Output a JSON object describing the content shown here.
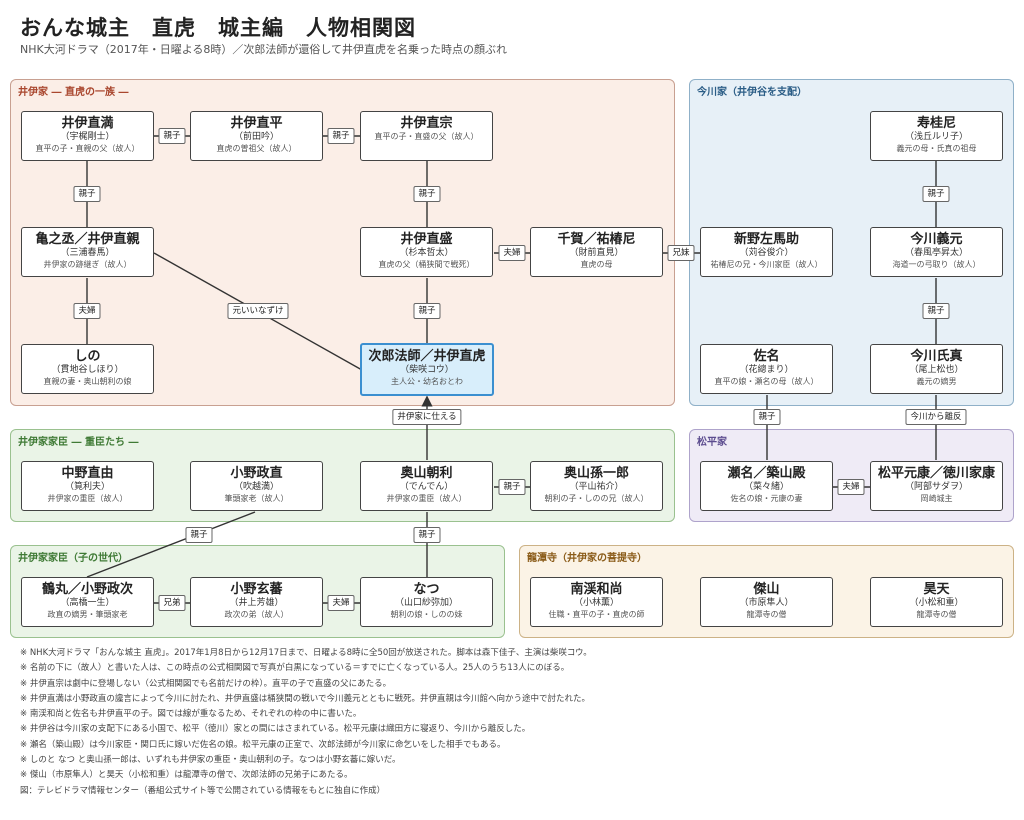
{
  "title": "おんな城主　直虎　城主編　人物相関図",
  "subtitle": "NHK大河ドラマ（2017年・日曜よる8時）／次郎法師が還俗して井伊直虎を名乗った時点の顔ぶれ",
  "groups": {
    "ii": "井伊家 ― 直虎の一族 ―",
    "imagawa": "今川家（井伊谷を支配）",
    "kashin": "井伊家家臣 ― 重臣たち ―",
    "matsudaira": "松平家",
    "kashin_ko": "井伊家家臣（子の世代）",
    "ryotanji": "龍潭寺（井伊家の菩提寺）"
  },
  "people": {
    "naomitsu": {
      "name": "井伊直満",
      "actor": "（宇梶剛士）",
      "note": "直平の子・直親の父（故人）"
    },
    "naohira": {
      "name": "井伊直平",
      "actor": "（前田吟）",
      "note": "直虎の曽祖父（故人）"
    },
    "naomune": {
      "name": "井伊直宗",
      "actor": "",
      "note": "直平の子・直盛の父（故人）"
    },
    "naochika": {
      "name": "亀之丞／井伊直親",
      "actor": "（三浦春馬）",
      "note": "井伊家の跡継ぎ（故人）"
    },
    "naomori": {
      "name": "井伊直盛",
      "actor": "（杉本哲太）",
      "note": "直虎の父（桶狭間で戦死）"
    },
    "chika": {
      "name": "千賀／祐椿尼",
      "actor": "（財前直見）",
      "note": "直虎の母"
    },
    "shino": {
      "name": "しの",
      "actor": "（貫地谷しほり）",
      "note": "直親の妻・奥山朝利の娘"
    },
    "naotora": {
      "name": "次郎法師／井伊直虎",
      "actor": "（柴咲コウ）",
      "note": "主人公・幼名おとわ"
    },
    "jukeini": {
      "name": "寿桂尼",
      "actor": "（浅丘ルリ子）",
      "note": "義元の母・氏真の祖母"
    },
    "shinno": {
      "name": "新野左馬助",
      "actor": "（苅谷俊介）",
      "note": "祐椿尼の兄・今川家臣（故人）"
    },
    "yoshimoto": {
      "name": "今川義元",
      "actor": "（春風亭昇太）",
      "note": "海道一の弓取り（故人）"
    },
    "sana": {
      "name": "佐名",
      "actor": "（花總まり）",
      "note": "直平の娘・瀬名の母（故人）"
    },
    "ujizane": {
      "name": "今川氏真",
      "actor": "（尾上松也）",
      "note": "義元の嫡男"
    },
    "nakano": {
      "name": "中野直由",
      "actor": "（筧利夫）",
      "note": "井伊家の重臣（故人）"
    },
    "masanao": {
      "name": "小野政直",
      "actor": "（吹越満）",
      "note": "筆頭家老（故人）"
    },
    "tomotoshi": {
      "name": "奥山朝利",
      "actor": "（でんでん）",
      "note": "井伊家の重臣（故人）"
    },
    "magoichiro": {
      "name": "奥山孫一郎",
      "actor": "（平山祐介）",
      "note": "朝利の子・しのの兄（故人）"
    },
    "sena": {
      "name": "瀬名／築山殿",
      "actor": "（菜々緒）",
      "note": "佐名の娘・元康の妻"
    },
    "ieyasu": {
      "name": "松平元康／徳川家康",
      "actor": "（阿部サダヲ）",
      "note": "岡崎城主"
    },
    "masatsugu": {
      "name": "鶴丸／小野政次",
      "actor": "（高橋一生）",
      "note": "政直の嫡男・筆頭家老"
    },
    "genba": {
      "name": "小野玄蕃",
      "actor": "（井上芳雄）",
      "note": "政次の弟（故人）"
    },
    "natsu": {
      "name": "なつ",
      "actor": "（山口紗弥加）",
      "note": "朝利の娘・しのの妹"
    },
    "nankei": {
      "name": "南渓和尚",
      "actor": "（小林薫）",
      "note": "住職・直平の子・直虎の師"
    },
    "kesan": {
      "name": "傑山",
      "actor": "（市原隼人）",
      "note": "龍潭寺の僧"
    },
    "koten": {
      "name": "昊天",
      "actor": "（小松和重）",
      "note": "龍潭寺の僧"
    }
  },
  "relations": {
    "r1": "親子",
    "r2": "親子",
    "r3": "親子",
    "r4": "親子",
    "r5": "夫婦",
    "r6": "兄妹",
    "r7": "夫婦",
    "r8": "元いいなずけ",
    "r9": "親子",
    "r10": "親子",
    "r11": "親子",
    "r12": "井伊家に仕える",
    "r13": "親子",
    "r14": "今川から離反",
    "r15": "親子",
    "r16": "夫婦",
    "r17": "親子",
    "r18": "親子",
    "r19": "兄弟",
    "r20": "夫婦"
  },
  "footnotes": [
    "※ NHK大河ドラマ「おんな城主 直虎」。2017年1月8日から12月17日まで、日曜よる8時に全50回が放送された。脚本は森下佳子、主演は柴咲コウ。",
    "※ 名前の下に（故人）と書いた人は、この時点の公式相関図で写真が白黒になっている＝すでに亡くなっている人。25人のうち13人にのぼる。",
    "※ 井伊直宗は劇中に登場しない（公式相関図でも名前だけの枠）。直平の子で直盛の父にあたる。",
    "※ 井伊直満は小野政直の讒言によって今川に討たれ、井伊直盛は桶狭間の戦いで今川義元とともに戦死。井伊直親は今川館へ向かう途中で討たれた。",
    "※ 南渓和尚と佐名も井伊直平の子。図では線が重なるため、それぞれの枠の中に書いた。",
    "※ 井伊谷は今川家の支配下にある小国で、松平（徳川）家との間にはさまれている。松平元康は織田方に寝返り、今川から離反した。",
    "※ 瀬名（築山殿）は今川家臣・関口氏に嫁いだ佐名の娘。松平元康の正室で、次郎法師が今川家に命乞いをした相手でもある。",
    "※ しのと なつ と奥山孫一郎は、いずれも井伊家の重臣・奥山朝利の子。なつは小野玄蕃に嫁いだ。",
    "※ 傑山（市原隼人）と昊天（小松和重）は龍潭寺の僧で、次郎法師の兄弟子にあたる。",
    "図：テレビドラマ情報センター（番組公式サイト等で公開されている情報をもとに独自に作成）"
  ],
  "colors": {
    "ii_bg": "#fbeee7",
    "imagawa_bg": "#e7f0f7",
    "kashin_bg": "#eaf4e7",
    "matsudaira_bg": "#efebf6",
    "ryotanji_bg": "#fbf3e6",
    "highlight": "#d8eefb"
  }
}
